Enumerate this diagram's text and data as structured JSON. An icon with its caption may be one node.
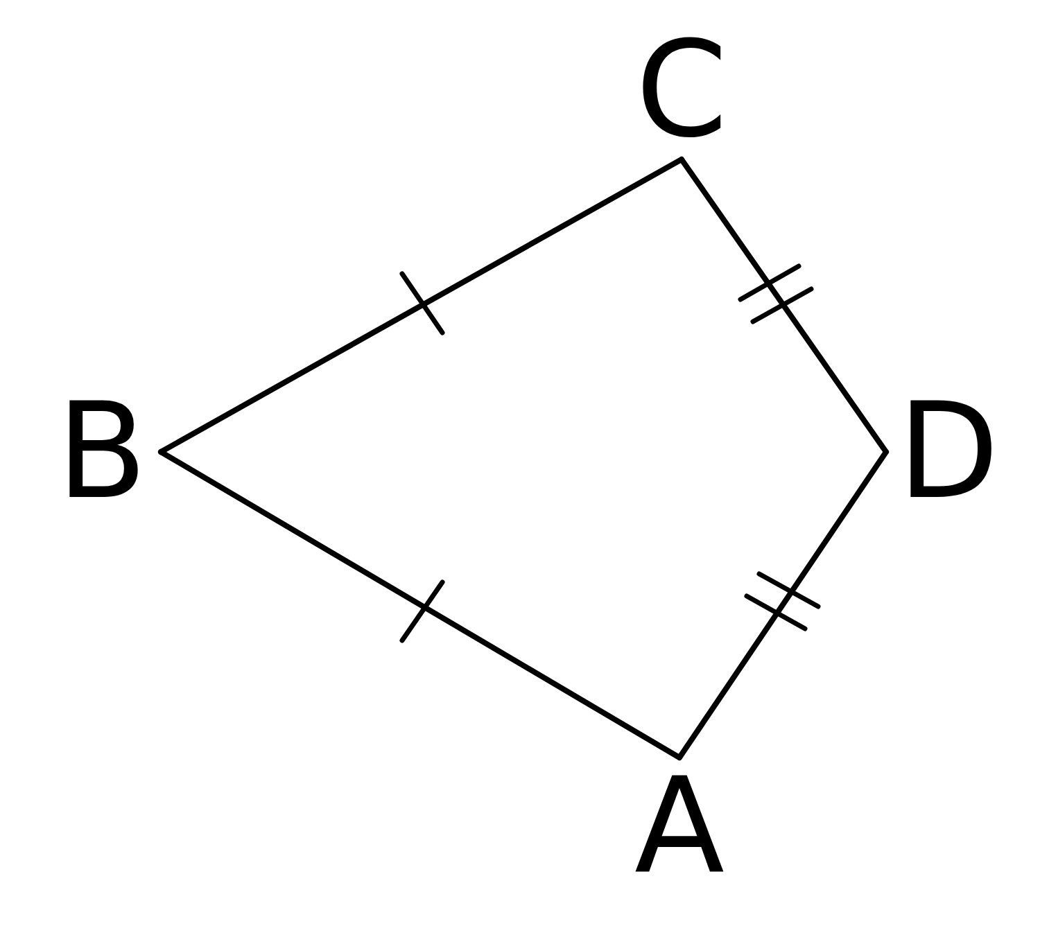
{
  "diagram": {
    "nodes": [
      {
        "text": [
          "C"
        ]
      },
      {
        "text": [
          "B"
        ]
      },
      {
        "text": [
          "D"
        ]
      },
      {
        "text": [
          "A"
        ]
      }
    ],
    "edges": [
      {
        "from": 1,
        "to": 0,
        "arrow": "none"
      },
      {
        "from": 0,
        "to": 2,
        "arrow": "none"
      },
      {
        "from": 2,
        "to": 3,
        "arrow": "none"
      },
      {
        "from": 3,
        "to": 1,
        "arrow": "none"
      }
    ]
  }
}
